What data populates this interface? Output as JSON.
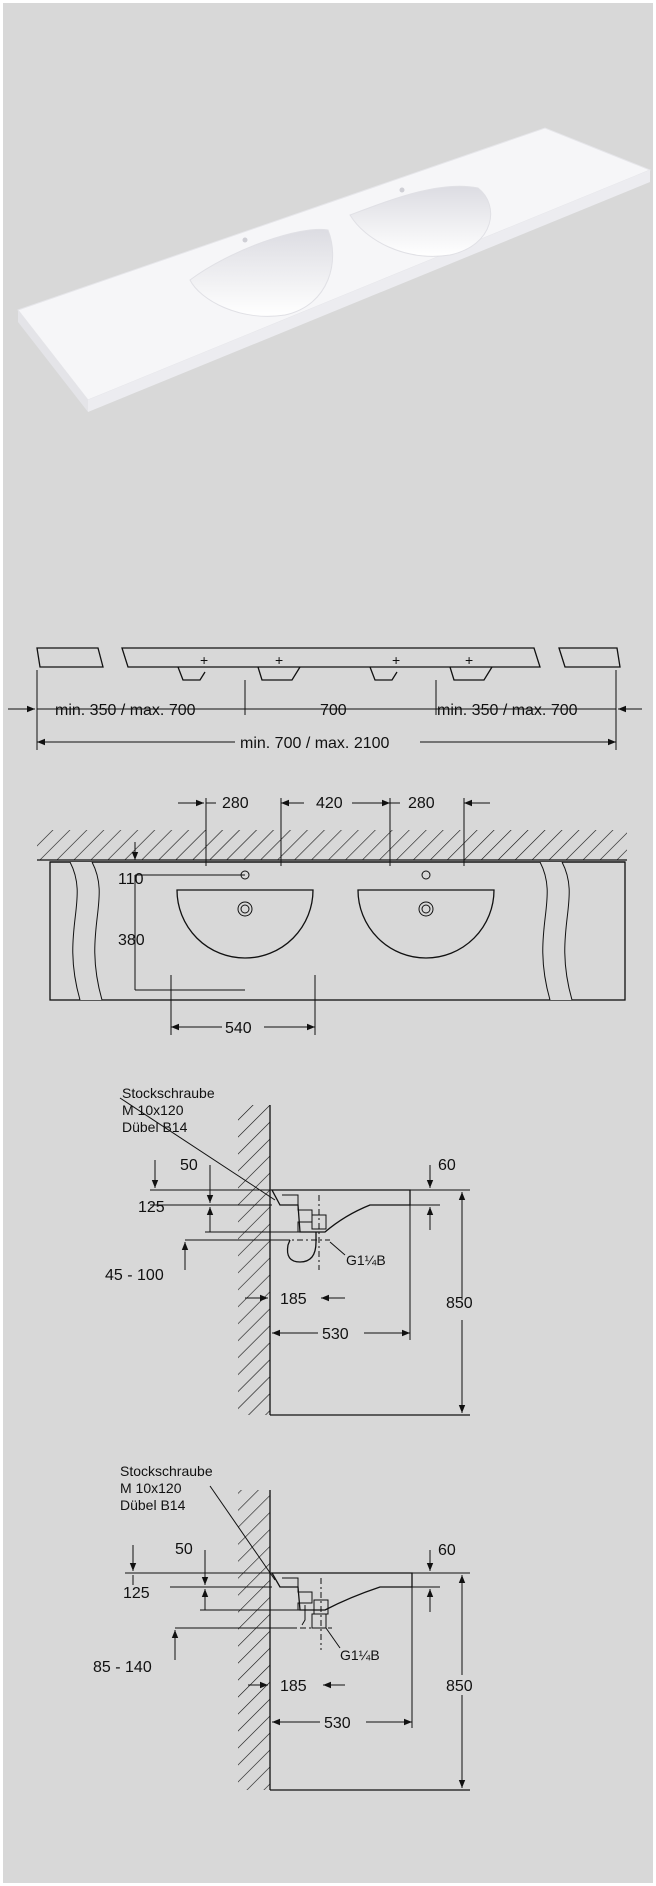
{
  "colors": {
    "background": "#d8d8d8",
    "line": "#111111",
    "basin": "#f4f4f6"
  },
  "front_view": {
    "left_label": "min. 350 / max. 700",
    "center_label": "700",
    "right_label": "min. 350 / max. 700",
    "total_label": "min. 700 / max. 2100"
  },
  "top_view": {
    "dim_left": "280",
    "dim_center": "420",
    "dim_right": "280",
    "dim_back": "110",
    "dim_depth": "380",
    "dim_width": "540"
  },
  "section_1": {
    "note_line1": "Stockschraube",
    "note_line2": "M 10x120",
    "note_line3": "Dübel B14",
    "dim_top": "50",
    "dim_thickness": "125",
    "dim_outlet": "45 - 100",
    "dim_front": "60",
    "dim_waste": "185",
    "dim_depth": "530",
    "dim_height": "850",
    "thread": "G1¼B"
  },
  "section_2": {
    "note_line1": "Stockschraube",
    "note_line2": "M 10x120",
    "note_line3": "Dübel B14",
    "dim_top": "50",
    "dim_thickness": "125",
    "dim_outlet": "85 - 140",
    "dim_front": "60",
    "dim_waste": "185",
    "dim_depth": "530",
    "dim_height": "850",
    "thread": "G1¼B"
  }
}
